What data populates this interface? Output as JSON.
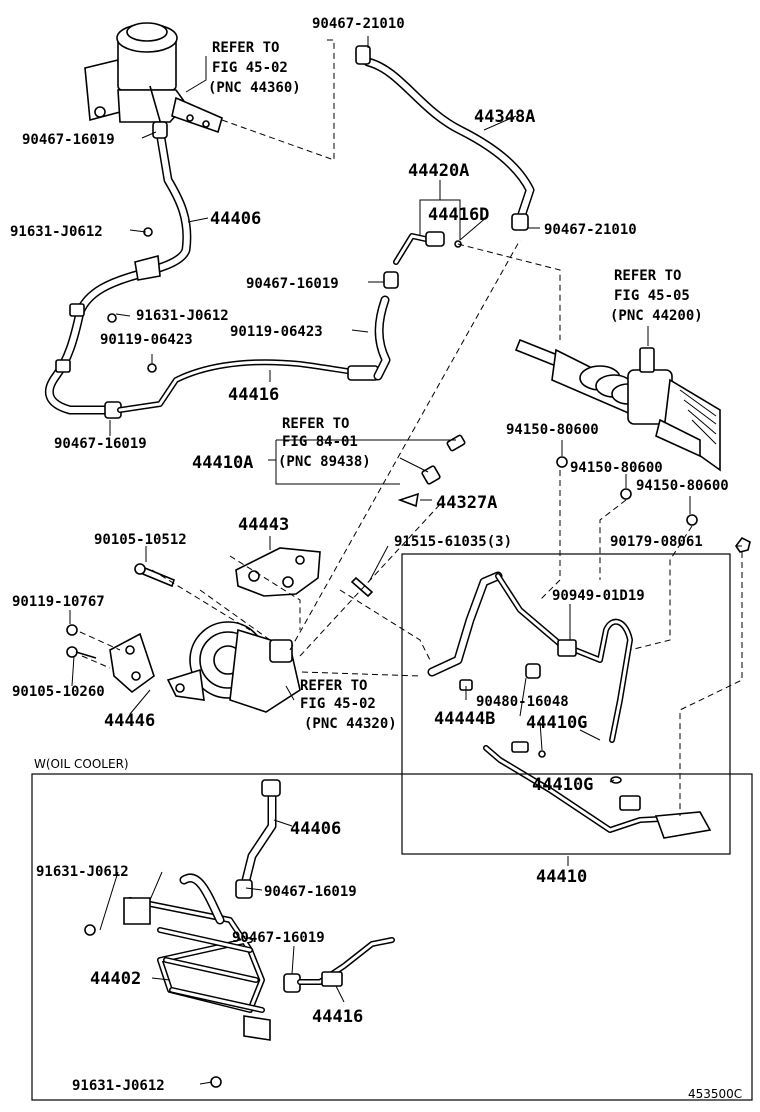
{
  "labels": {
    "p_90467_21010_top": "90467-21010",
    "refer_45_02_a_1": "REFER TO",
    "refer_45_02_a_2": "FIG 45-02",
    "refer_45_02_a_3": "(PNC 44360)",
    "p_44348A": "44348A",
    "p_90467_16019_a": "90467-16019",
    "p_44420A": "44420A",
    "p_44416D": "44416D",
    "p_90467_21010_mid": "90467-21010",
    "p_91631_J0612_a": "91631-J0612",
    "p_44406_a": "44406",
    "p_90467_16019_b": "90467-16019",
    "refer_45_05_1": "REFER TO",
    "refer_45_05_2": "FIG 45-05",
    "refer_45_05_3": "(PNC 44200)",
    "p_91631_J0612_b": "91631-J0612",
    "p_90119_06423_a": "90119-06423",
    "p_90119_06423_b": "90119-06423",
    "p_44416_a": "44416",
    "p_90467_16019_c": "90467-16019",
    "refer_84_01_1": "REFER TO",
    "refer_84_01_2": "FIG 84-01",
    "refer_84_01_3": "(PNC 89438)",
    "p_44410A": "44410A",
    "p_94150_80600_a": "94150-80600",
    "p_94150_80600_b": "94150-80600",
    "p_94150_80600_c": "94150-80600",
    "p_44327A": "44327A",
    "p_44443": "44443",
    "p_90105_10512": "90105-10512",
    "p_91515_61035": "91515-61035(3)",
    "p_90179_08061": "90179-08061",
    "p_90119_10767": "90119-10767",
    "p_90949_01D19": "90949-01D19",
    "p_90105_10260": "90105-10260",
    "refer_45_02_b_1": "REFER TO",
    "refer_45_02_b_2": "FIG 45-02",
    "refer_45_02_b_3": "(PNC 44320)",
    "p_90480_16048": "90480-16048",
    "p_44446": "44446",
    "p_44444B": "44444B",
    "p_44410G_a": "44410G",
    "p_44410G_b": "44410G",
    "oil_cooler_title": "W(OIL COOLER)",
    "p_44406_b": "44406",
    "p_91631_J0612_c": "91631-J0612",
    "p_90467_16019_d": "90467-16019",
    "p_90467_16019_e": "90467-16019",
    "p_44402": "44402",
    "p_44416_b": "44416",
    "p_91631_J0612_d": "91631-J0612",
    "p_44410": "44410",
    "figure_code": "453500C"
  }
}
